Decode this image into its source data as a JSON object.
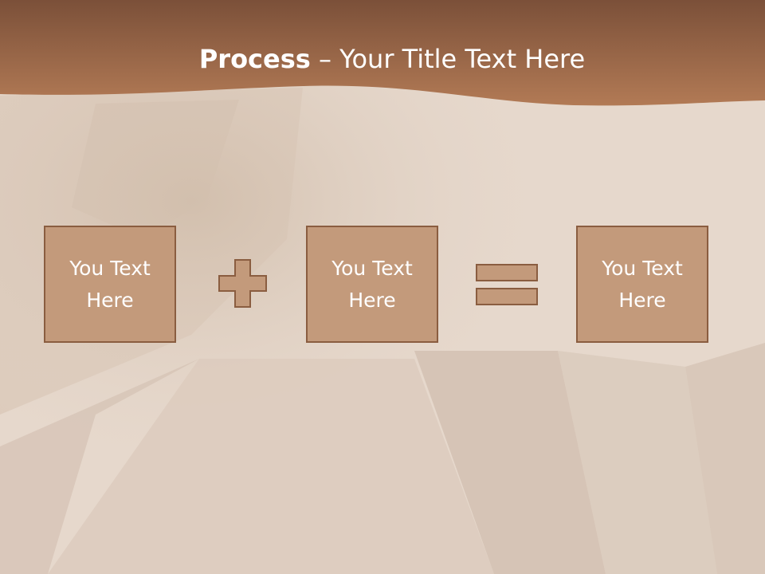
{
  "slide": {
    "title_bold": "Process",
    "title_separator": " – ",
    "title_rest": "Your Title Text Here",
    "boxes": [
      {
        "text": "You Text Here"
      },
      {
        "text": "You Text Here"
      },
      {
        "text": "You Text Here"
      }
    ],
    "operators": [
      "plus-icon",
      "equals-icon"
    ]
  },
  "colors": {
    "header": "#9a6443",
    "box_fill": "#c39a7b",
    "box_border": "#8a5d40",
    "background": "#e6d8cc"
  }
}
